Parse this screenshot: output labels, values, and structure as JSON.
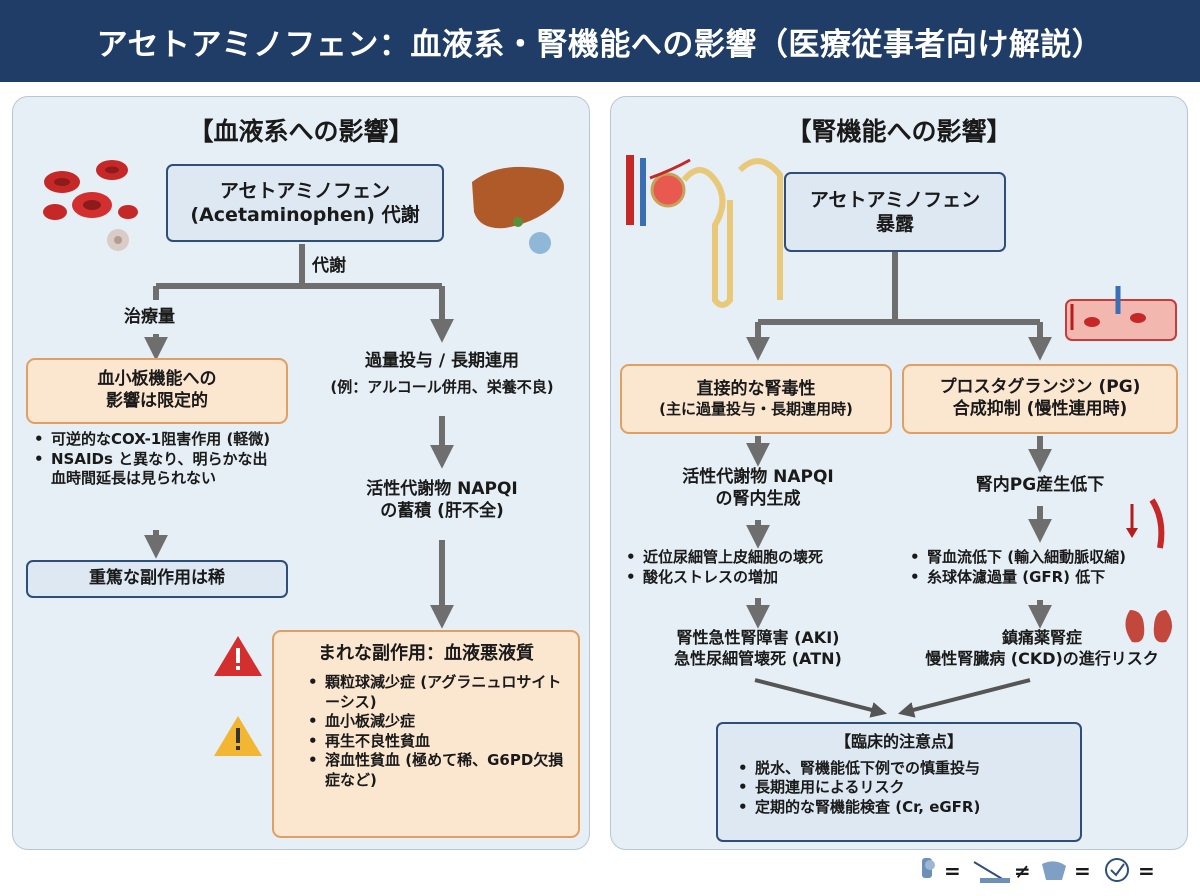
{
  "title": "アセトアミノフェン：血液系・腎機能への影響（医療従事者向け解説）",
  "hematology": {
    "heading": "【血液系への影響】",
    "start_box": [
      "アセトアミノフェン",
      "(Acetaminophen) 代謝"
    ],
    "metabolism_label": "代謝",
    "therapeutic_label": "治療量",
    "platelet_box": [
      "血小板機能への",
      "影響は限定的"
    ],
    "platelet_bullets": [
      "可逆的なCOX-1阻害作用 (軽微)",
      "NSAIDs と異なり、明らかな出血時間延長は見られない"
    ],
    "severe_box": "重篤な副作用は稀",
    "overdose_label": "過量投与 / 長期連用",
    "overdose_example": "(例：アルコール併用、栄養不良)",
    "napqi_text": [
      "活性代謝物 NAPQI",
      "の蓄積 (肝不全)"
    ],
    "rare_box_title": "まれな副作用：血液悪液質",
    "rare_items": [
      "顆粒球減少症 (アグラニュロサイトーシス)",
      "血小板減少症",
      "再生不良性貧血",
      "溶血性貧血 (極めて稀、G6PD欠損症など)"
    ]
  },
  "renal": {
    "heading": "【腎機能への影響】",
    "exposure_box": [
      "アセトアミノフェン",
      "暴露"
    ],
    "direct_box": [
      "直接的な腎毒性",
      "(主に過量投与・長期連用時)"
    ],
    "pg_box": [
      "プロスタグランジン (PG)",
      "合成抑制 (慢性連用時)"
    ],
    "napqi_text": [
      "活性代謝物 NAPQI",
      "の腎内生成"
    ],
    "direct_bullets": [
      "近位尿細管上皮細胞の壊死",
      "酸化ストレスの増加"
    ],
    "aki_text": [
      "腎性急性腎障害 (AKI)",
      "急性尿細管壊死 (ATN)"
    ],
    "pg_decrease": "腎内PG産生低下",
    "pg_bullets": [
      "腎血流低下 (輸入細動脈収縮)",
      "糸球体濾過量 (GFR) 低下"
    ],
    "ckd_text": [
      "鎮痛薬腎症",
      "慢性腎臓病 (CKD)の進行リスク"
    ],
    "clinical_title": "【臨床的注意点】",
    "clinical_items": [
      "脱水、腎機能低下例での慎重投与",
      "長期連用によるリスク",
      "定期的な腎機能検査 (Cr, eGFR)"
    ]
  },
  "legend_symbols": [
    "=",
    "≠",
    "=",
    "="
  ]
}
